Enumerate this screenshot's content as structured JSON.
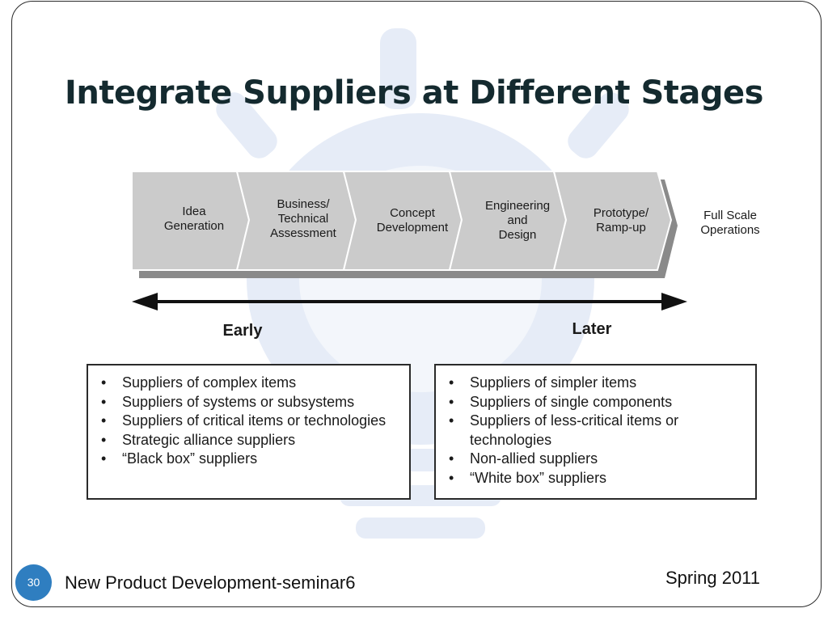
{
  "slide": {
    "title": "Integrate Suppliers at Different Stages",
    "page_number": "30",
    "footer_left": "New Product Development-seminar6",
    "footer_right": "Spring 2011"
  },
  "process": {
    "stages": [
      {
        "label": "Idea\nGeneration"
      },
      {
        "label": "Business/\nTechnical\nAssessment"
      },
      {
        "label": "Concept\nDevelopment"
      },
      {
        "label": "Engineering\nand\nDesign"
      },
      {
        "label": "Prototype/\nRamp-up"
      }
    ],
    "final_stage": "Full Scale\nOperations"
  },
  "timeline": {
    "early_label": "Early",
    "later_label": "Later"
  },
  "early_suppliers": [
    "Suppliers of complex items",
    "Suppliers of systems or subsystems",
    "Suppliers of critical items or technologies",
    "Strategic alliance suppliers",
    "“Black box” suppliers"
  ],
  "later_suppliers": [
    "Suppliers of simpler items",
    "Suppliers of single components",
    "Suppliers of less-critical items or technologies",
    "Non-allied suppliers",
    "“White box” suppliers"
  ],
  "colors": {
    "chevron_fill": "#cbcbcb",
    "chevron_shadow": "#8a8a8a",
    "page_badge": "#2f7ec0",
    "watermark": "#e6ecf7"
  }
}
